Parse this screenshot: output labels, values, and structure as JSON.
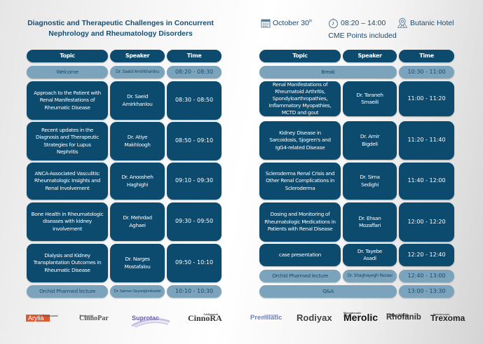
{
  "header": {
    "title_line1": "Diagnostic and Therapeutic Challenges in Concurrent",
    "title_line2": "Nephrology and Rheumatology Disorders",
    "date": "October 30",
    "date_suffix": "th",
    "time_range": "08:20 – 14:00",
    "venue": "Butanic Hotel",
    "cme_note": "CME Points included",
    "icons": {
      "date": "calendar-icon",
      "time": "clock-icon",
      "venue": "location-pin-icon"
    }
  },
  "colors": {
    "primary": "#0c4a6e",
    "secondary": "#7ba3bb",
    "title": "#164e74"
  },
  "columns": [
    "Topic",
    "Speaker",
    "Time"
  ],
  "left_schedule": [
    {
      "topic": "Welcome",
      "speaker": "Dr. Saeid Amirkhanlou",
      "time": "08:20 - 08:30",
      "type": "light"
    },
    {
      "topic": "Approach to the Patient with Renal Manifestations of Rheumatic Disease",
      "speaker": "Dr. Saeid Amirkhanlou",
      "time": "08:30 - 08:50",
      "type": "main"
    },
    {
      "topic": "Recent updates in the Diagnosis and Therapeutic Strategies for Lupus Nephritis",
      "speaker": "Dr. Atiye Makhloogh",
      "time": "08:50 - 09:10",
      "type": "main"
    },
    {
      "topic": "ANCA-Associated Vasculitis: Rheumatologic Insights and Renal Involvement",
      "speaker": "Dr. Anoosheh Haghighi",
      "time": "09:10 - 09:30",
      "type": "main"
    },
    {
      "topic": "Bone Health in Rheumatologic diseases with kidney involvement",
      "speaker": "Dr. Mehrdad Aghaei",
      "time": "09:30 - 09:50",
      "type": "main"
    },
    {
      "topic": "Dialysis and Kidney Transplantation Outcomes in Rheumatic Disease",
      "speaker": "Dr. Narges Mostafalou",
      "time": "09:50 - 10:10",
      "type": "main"
    },
    {
      "topic": "Orchid Pharmed lecture",
      "speaker": "Dr. Saman Seyedgholizade",
      "time": "10:10 - 10:30",
      "type": "light"
    }
  ],
  "right_schedule": [
    {
      "topic": "Break",
      "speaker": "",
      "time": "10:30 - 11:00",
      "type": "light-span"
    },
    {
      "topic": "Renal Manifestations of Rheumatoid Arthritis, Spondyloarthropathies, Inflammatory Myopathies, MCTD and gout",
      "speaker": "Dr. Taraneh Smaeili",
      "time": "11:00 - 11:20",
      "type": "main"
    },
    {
      "topic": "Kidney Disease in Sarcoidosis, Sjogren's and IgG4-related Disease",
      "speaker": "Dr. Amir Bigdeli",
      "time": "11:20 - 11:40",
      "type": "main"
    },
    {
      "topic": "Scleroderma Renal Crisis and Other Renal Complications in Scleroderma",
      "speaker": "Dr. Sima Sedighi",
      "time": "11:40 - 12:00",
      "type": "main"
    },
    {
      "topic": "Dosing and Monitoring of Rheumatologic Medications in Patients with Renal Disease",
      "speaker": "Dr. Ehsan Mozaffari",
      "time": "12:00 - 12:20",
      "type": "main"
    },
    {
      "topic": "case presentation",
      "speaker": "Dr. Tayebe Asadi",
      "time": "12:20 - 12:40",
      "type": "main"
    },
    {
      "topic": "Orchid Pharmed lecture",
      "speaker": "Dr. Shaghayegh Rezaei",
      "time": "12:40 - 13:00",
      "type": "light"
    },
    {
      "topic": "Q&A",
      "speaker": "",
      "time": "13:00 - 13:30",
      "type": "light-span"
    }
  ],
  "sponsors": [
    {
      "name": "Arylia",
      "sub": "Denosumab"
    },
    {
      "name": "CinnoPar",
      "sub": "Teriparatide"
    },
    {
      "name": "Suprotac",
      "sub": ""
    },
    {
      "name": "CinnoRA",
      "sub": "Adalimumab"
    },
    {
      "name": "Premilatic",
      "sub": "Apremilast"
    },
    {
      "name": "Rodiyax",
      "sub": ""
    },
    {
      "name": "Merolic",
      "sub": "Mycophenolic Acid"
    },
    {
      "name": "Rhofanib",
      "sub": "Tofacitinib"
    },
    {
      "name": "Trexoma",
      "sub": "Methotrexate"
    }
  ]
}
